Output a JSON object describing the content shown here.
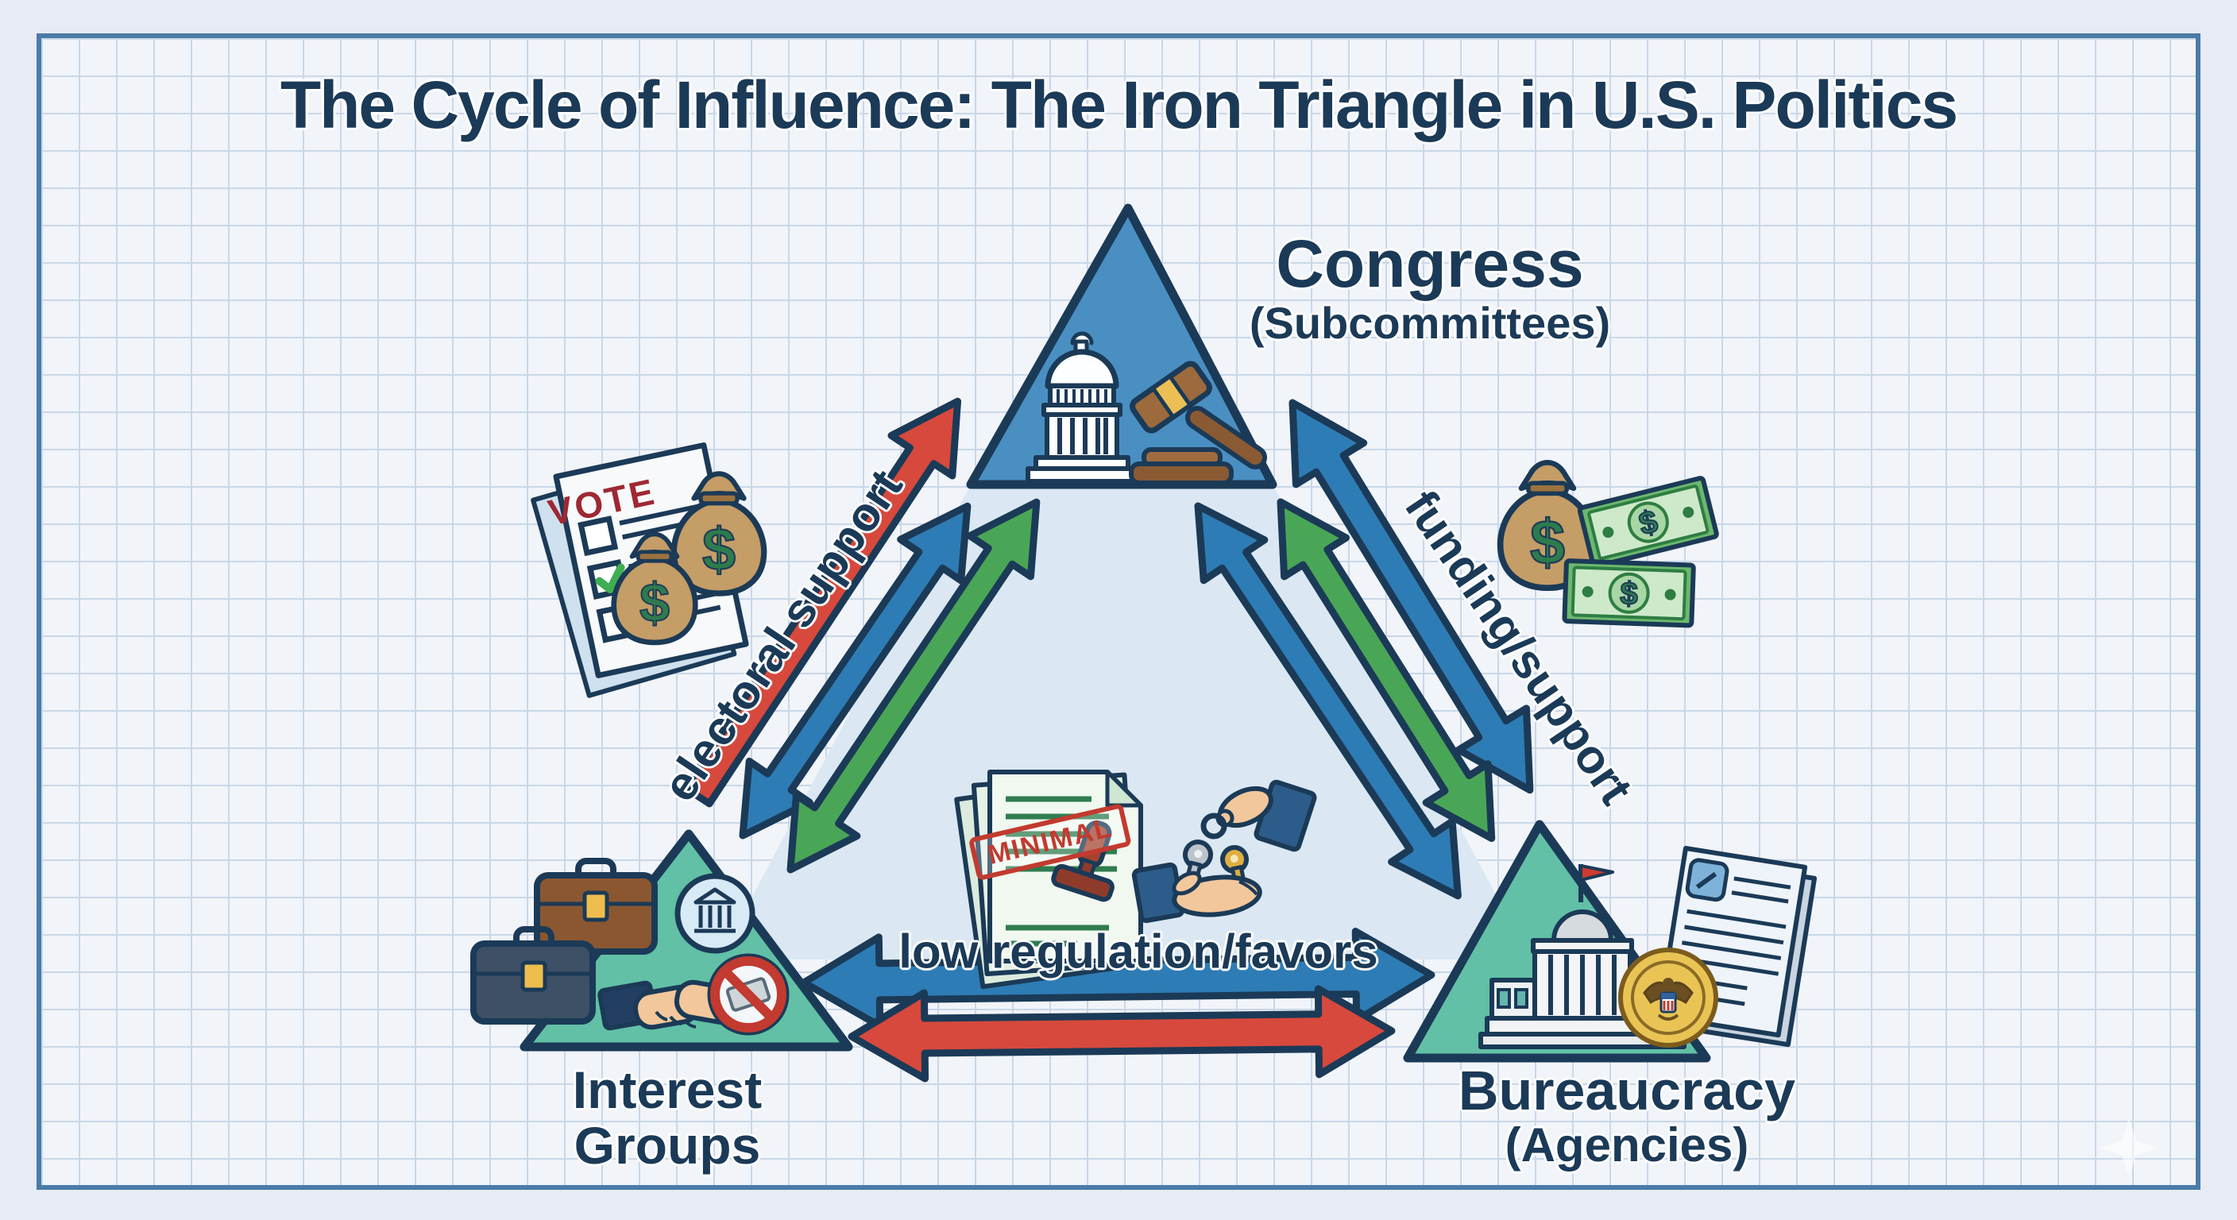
{
  "title": "The Cycle of Influence: The Iron Triangle in U.S. Politics",
  "nodes": {
    "congress": {
      "label": "Congress",
      "sublabel": "(Subcommittees)"
    },
    "interest_groups": {
      "label": "Interest",
      "label2": "Groups"
    },
    "bureaucracy": {
      "label": "Bureaucracy",
      "sublabel": "(Agencies)"
    }
  },
  "edges": {
    "interest_to_congress": {
      "label": "electoral support",
      "arrows": [
        "red: interest groups to congress",
        "blue: both ways",
        "green: both ways"
      ]
    },
    "congress_to_bureaucracy": {
      "label": "funding/support",
      "arrows": [
        "blue: both ways",
        "green: both ways",
        "blue: both ways"
      ]
    },
    "interest_to_bureaucracy": {
      "label": "low regulation/favors",
      "arrows": [
        "blue: both ways",
        "red: both ways"
      ]
    }
  },
  "icon_text": {
    "vote": "VOTE",
    "minimal": "MINIMAL",
    "dollar": "$"
  },
  "icons": {
    "congress_vertex": [
      "capitol-building-icon",
      "gavel-icon"
    ],
    "left_outside": [
      "ballot-vote-icon",
      "money-bag-icon",
      "money-bag-icon"
    ],
    "right_outside": [
      "money-bag-icon",
      "dollar-bill-icon",
      "dollar-bill-icon"
    ],
    "interest_vertex": [
      "briefcase-icon",
      "briefcase-icon",
      "bank-badge-icon",
      "handshake-icon",
      "no-bribe-icon"
    ],
    "bureaucracy_vertex": [
      "agency-building-icon",
      "eagle-seal-icon",
      "regulation-document-icon"
    ],
    "center": [
      "stamped-documents-icon",
      "rubber-stamp-icon",
      "hand-giving-keys-icon",
      "open-hand-icon"
    ]
  },
  "colors": {
    "navy": "#1b3a57",
    "steel": "#4a8fc2",
    "blue": "#2e7cb5",
    "green": "#4aa657",
    "red": "#d7493d",
    "teal": "#62c0a6",
    "inner": "#dbe8f3",
    "paper": "#f1f4f9",
    "grid": "#c9d7e8",
    "margin": "#e7ebf3",
    "gold": "#e9c455"
  }
}
